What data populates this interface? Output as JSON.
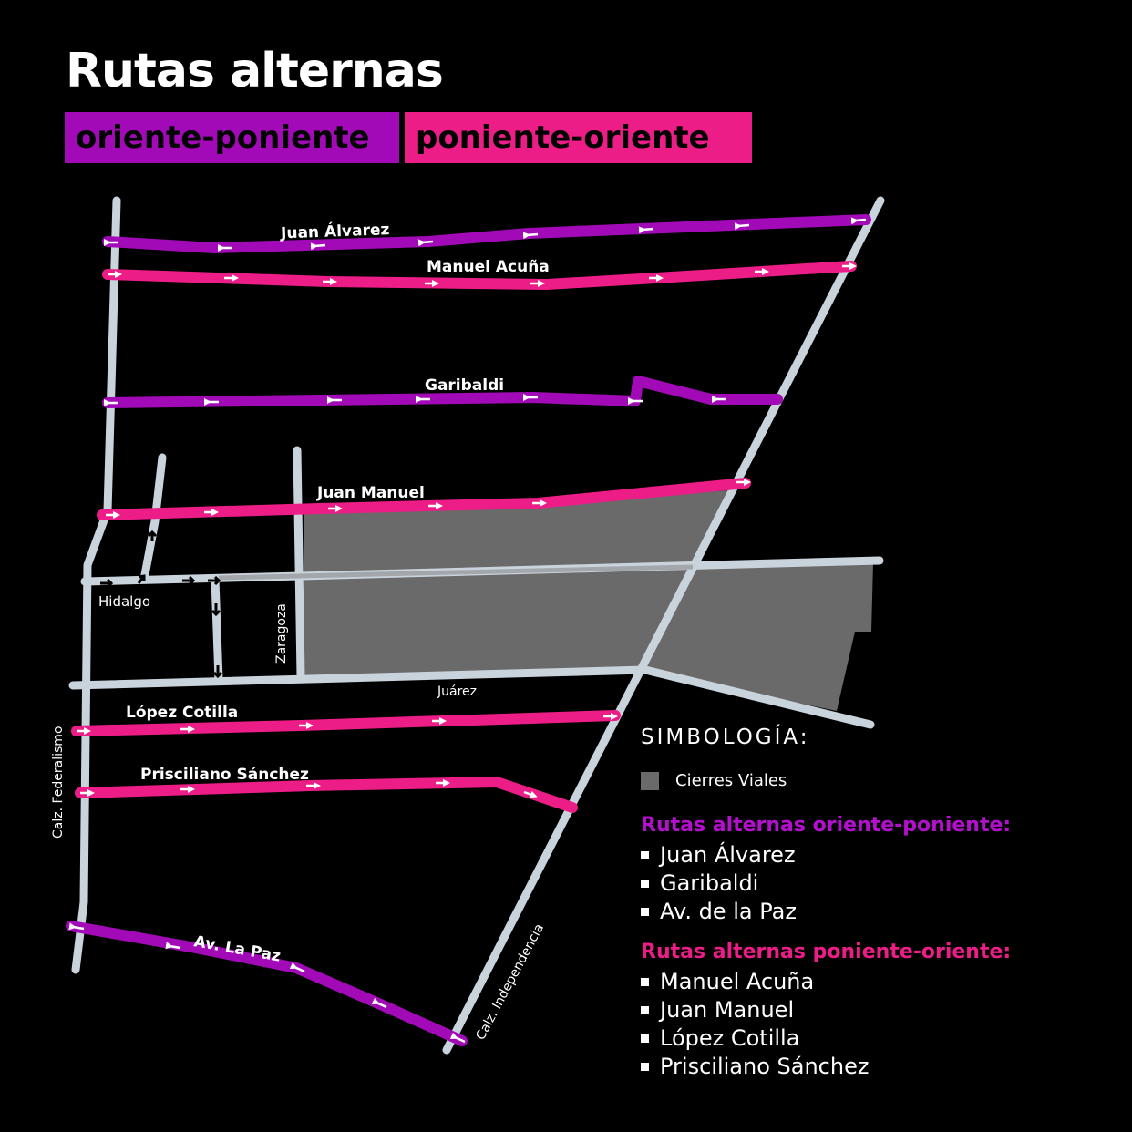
{
  "title": "Rutas alternas",
  "tags": {
    "oriente_poniente": "oriente-poniente",
    "poniente_oriente": "poniente-oriente"
  },
  "colors": {
    "background": "#000000",
    "oriente_poniente": "#a20ab8",
    "poniente_oriente": "#ec1d86",
    "street": "#c9d3dc",
    "closure": "#6a6a6a"
  },
  "map": {
    "streets": {
      "juan_alvarez": "Juan Álvarez",
      "manuel_acuna": "Manuel Acuña",
      "garibaldi": "Garibaldi",
      "juan_manuel": "Juan Manuel",
      "hidalgo": "Hidalgo",
      "zaragoza": "Zaragoza",
      "juarez": "Juárez",
      "lopez_cotilla": "López Cotilla",
      "prisciliano_sanchez": "Prisciliano Sánchez",
      "calz_federalismo": "Calz. Federalismo",
      "av_la_paz": "Av. La Paz",
      "calz_independencia": "Calz. Independencia"
    }
  },
  "legend": {
    "title": "SIMBOLOGÍA:",
    "closures_label": "Cierres Viales",
    "oriente_poniente": {
      "title": "Rutas alternas oriente-poniente:",
      "items": [
        "Juan Álvarez",
        "Garibaldi",
        "Av. de la Paz"
      ]
    },
    "poniente_oriente": {
      "title": "Rutas alternas poniente-oriente:",
      "items": [
        "Manuel Acuña",
        "Juan Manuel",
        "López Cotilla",
        "Prisciliano Sánchez"
      ]
    }
  }
}
